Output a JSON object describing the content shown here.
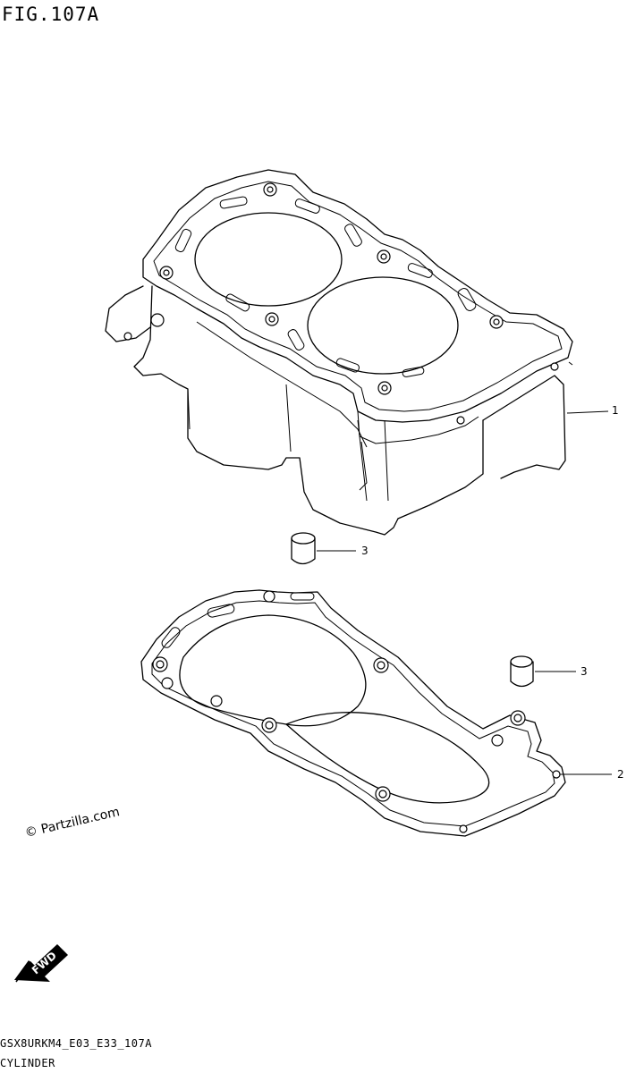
{
  "figure": {
    "title": "FIG.107A",
    "code": "GSX8URKM4_E03_E33_107A",
    "name": "CYLINDER"
  },
  "callouts": [
    {
      "number": "1",
      "part": "cylinder"
    },
    {
      "number": "3",
      "part": "dowel pin"
    },
    {
      "number": "3",
      "part": "dowel pin"
    },
    {
      "number": "2",
      "part": "cylinder base gasket"
    }
  ],
  "watermark": "© Partzilla.com",
  "badge": {
    "label": "FWD",
    "icon": "fwd-arrow-icon"
  }
}
